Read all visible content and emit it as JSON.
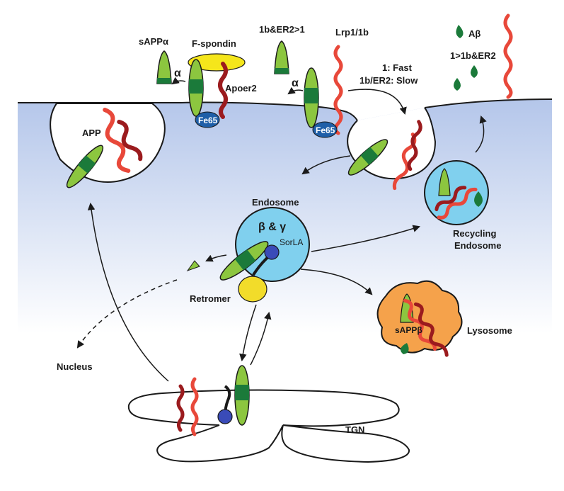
{
  "labels": {
    "sappa": "sAPPα",
    "fspondin": "F-spondin",
    "apoer2": "Apoer2",
    "alpha1": "α",
    "alpha2": "α",
    "fe65_1": "Fe65",
    "fe65_2": "Fe65",
    "ratio1": "1b&ER2>1",
    "lrp": "Lrp1/1b",
    "fast": "1: Fast",
    "slow": "1b/ER2: Slow",
    "abeta": "Aβ",
    "ratio2": "1>1b&ER2",
    "app": "APP",
    "endosome": "Endosome",
    "secretases": "β & γ",
    "sorla": "SorLA",
    "retromer": "Retromer",
    "recycling1": "Recycling",
    "recycling2": "Endosome",
    "sappb": "sAPPβ",
    "lysosome": "Lysosome",
    "nucleus": "Nucleus",
    "tgn": "TGN"
  },
  "colors": {
    "app_light": "#8cc63f",
    "app_dark": "#1b7a3a",
    "receptor_red": "#e8483a",
    "receptor_dark": "#9b1b1e",
    "fe65": "#1f5fa8",
    "fspondin": "#f5e61b",
    "endosome": "#80d0ee",
    "sorla": "#3a4bb8",
    "retromer": "#f2dc2a",
    "lysosome": "#f5a24b",
    "membrane_top": "#b4c6ea"
  }
}
